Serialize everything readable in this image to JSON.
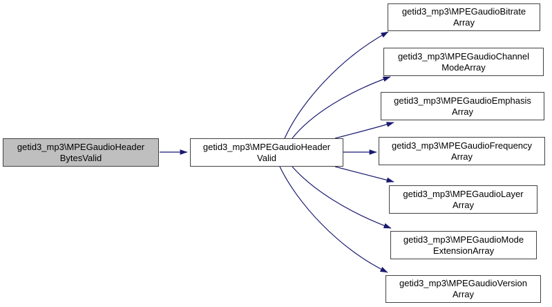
{
  "graph": {
    "kind": "call-graph",
    "colors": {
      "edge": "#191970",
      "root_fill": "#bfbfbf",
      "node_fill": "#ffffff",
      "border": "#404040",
      "text": "#000000",
      "background": "#ffffff"
    },
    "nodes": {
      "root": {
        "line1": "getid3_mp3\\MPEGaudioHeader",
        "line2": "BytesValid"
      },
      "mid": {
        "line1": "getid3_mp3\\MPEGaudioHeader",
        "line2": "Valid"
      },
      "callees": [
        {
          "line1": "getid3_mp3\\MPEGaudioBitrate",
          "line2": "Array"
        },
        {
          "line1": "getid3_mp3\\MPEGaudioChannel",
          "line2": "ModeArray"
        },
        {
          "line1": "getid3_mp3\\MPEGaudioEmphasis",
          "line2": "Array"
        },
        {
          "line1": "getid3_mp3\\MPEGaudioFrequency",
          "line2": "Array"
        },
        {
          "line1": "getid3_mp3\\MPEGaudioLayer",
          "line2": "Array"
        },
        {
          "line1": "getid3_mp3\\MPEGaudioMode",
          "line2": "ExtensionArray"
        },
        {
          "line1": "getid3_mp3\\MPEGaudioVersion",
          "line2": "Array"
        }
      ]
    },
    "edges": [
      {
        "from": "getid3_mp3\\MPEGaudioHeaderBytesValid",
        "to": "getid3_mp3\\MPEGaudioHeaderValid"
      },
      {
        "from": "getid3_mp3\\MPEGaudioHeaderValid",
        "to": "getid3_mp3\\MPEGaudioBitrateArray"
      },
      {
        "from": "getid3_mp3\\MPEGaudioHeaderValid",
        "to": "getid3_mp3\\MPEGaudioChannelModeArray"
      },
      {
        "from": "getid3_mp3\\MPEGaudioHeaderValid",
        "to": "getid3_mp3\\MPEGaudioEmphasisArray"
      },
      {
        "from": "getid3_mp3\\MPEGaudioHeaderValid",
        "to": "getid3_mp3\\MPEGaudioFrequencyArray"
      },
      {
        "from": "getid3_mp3\\MPEGaudioHeaderValid",
        "to": "getid3_mp3\\MPEGaudioLayerArray"
      },
      {
        "from": "getid3_mp3\\MPEGaudioHeaderValid",
        "to": "getid3_mp3\\MPEGaudioModeExtensionArray"
      },
      {
        "from": "getid3_mp3\\MPEGaudioHeaderValid",
        "to": "getid3_mp3\\MPEGaudioVersionArray"
      }
    ]
  }
}
